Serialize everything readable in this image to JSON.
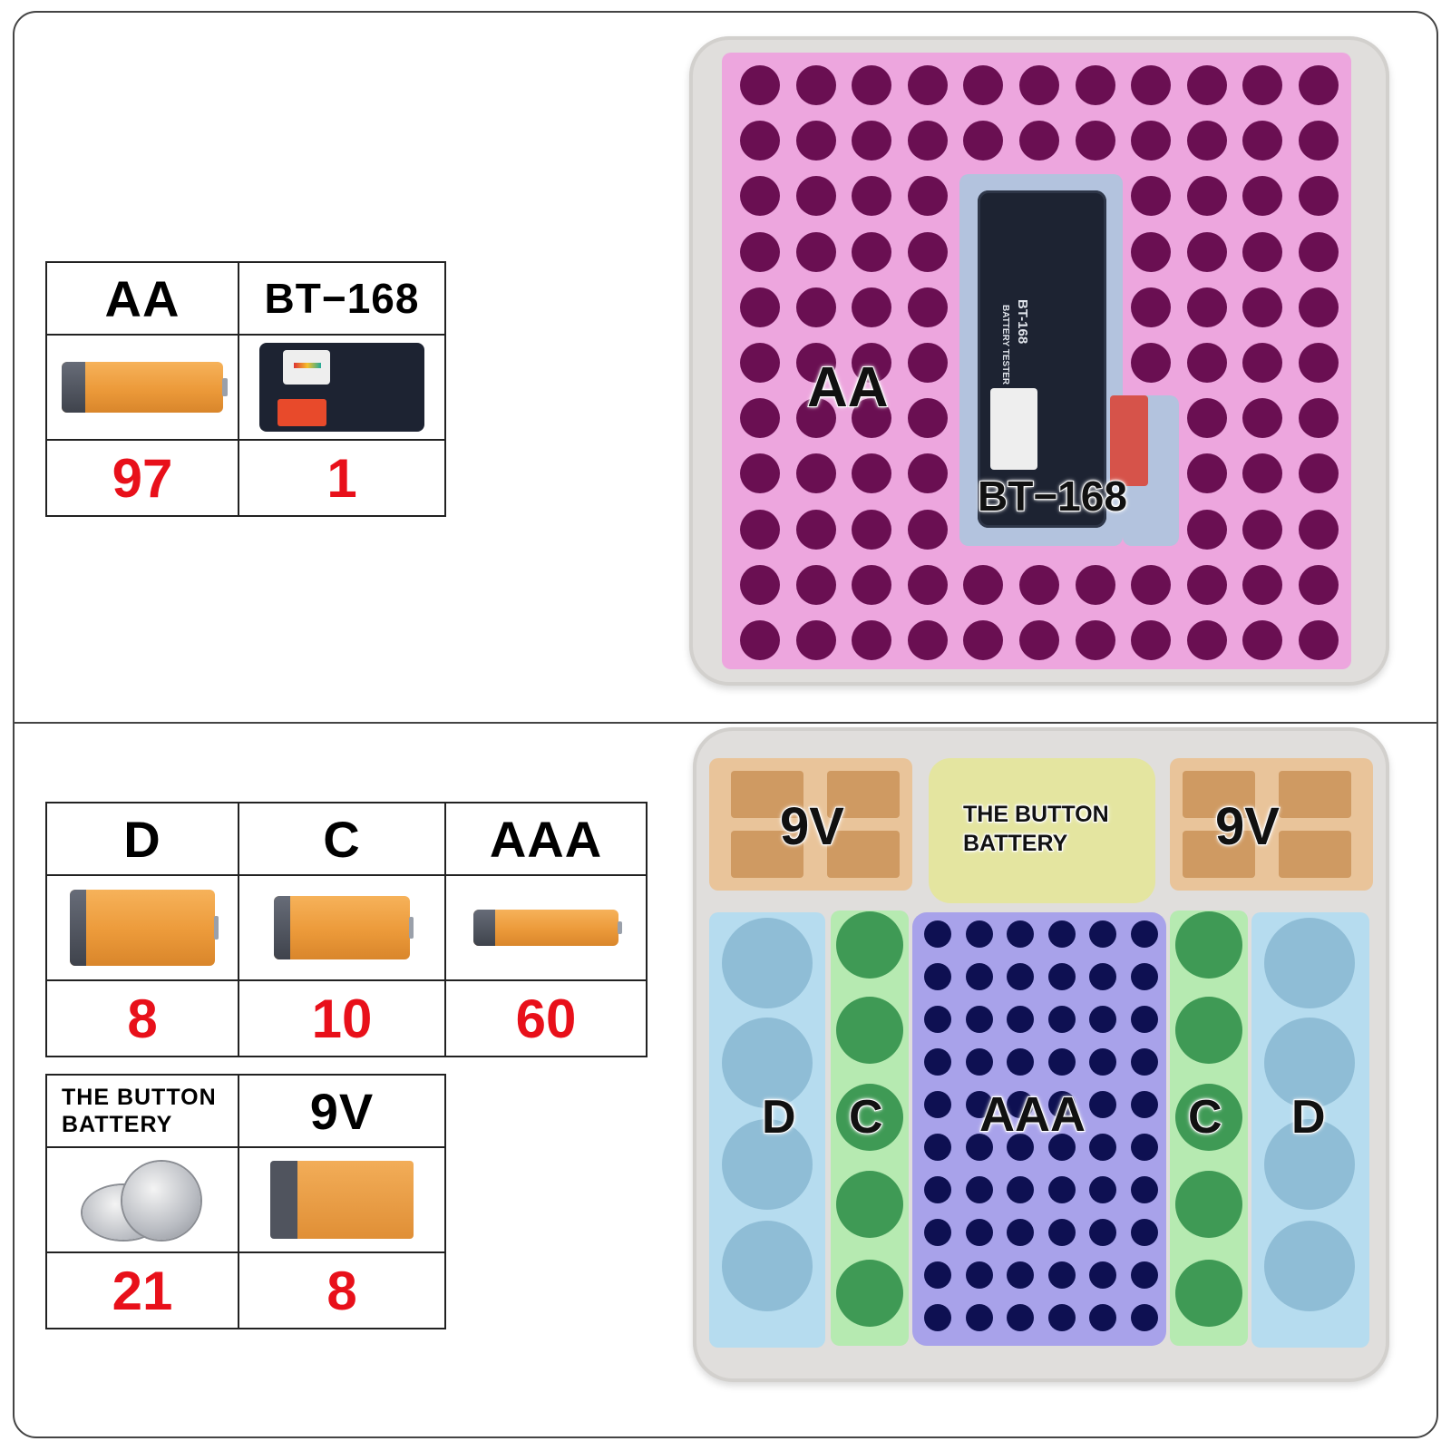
{
  "top_table": {
    "headers": [
      "AA",
      "BT−168"
    ],
    "counts": [
      "97",
      "1"
    ]
  },
  "bottom_table_1": {
    "headers": [
      "D",
      "C",
      "AAA"
    ],
    "counts": [
      "8",
      "10",
      "60"
    ]
  },
  "bottom_table_2": {
    "header_button_line1": "THE BUTTON",
    "header_button_line2": "BATTERY",
    "header_9v": "9V",
    "counts": [
      "21",
      "8"
    ]
  },
  "tray_top": {
    "label_aa": "AA",
    "label_bt168": "BT−168",
    "tester_text": "BT-168",
    "tester_subtext": "BATTERY TESTER"
  },
  "tray_bottom": {
    "label_9v_left": "9V",
    "label_9v_right": "9V",
    "label_button_line1": "THE BUTTON",
    "label_button_line2": "BATTERY",
    "label_d_left": "D",
    "label_c_left": "C",
    "label_aaa": "AAA",
    "label_c_right": "C",
    "label_d_right": "D"
  },
  "colors": {
    "count_red": "#e8101a",
    "foam_gray": "#e0dedc",
    "aa_pink": "#eda6de",
    "aa_hole": "#6a0f52",
    "tester_zone": "#b3c3de",
    "nine_v_orange": "#e9c49a",
    "button_yellow": "#e4e5a0",
    "d_blue": "#b6dcef",
    "c_green": "#b6eab1",
    "aaa_purple": "#a8a2ea",
    "aaa_hole": "#0e1052"
  }
}
